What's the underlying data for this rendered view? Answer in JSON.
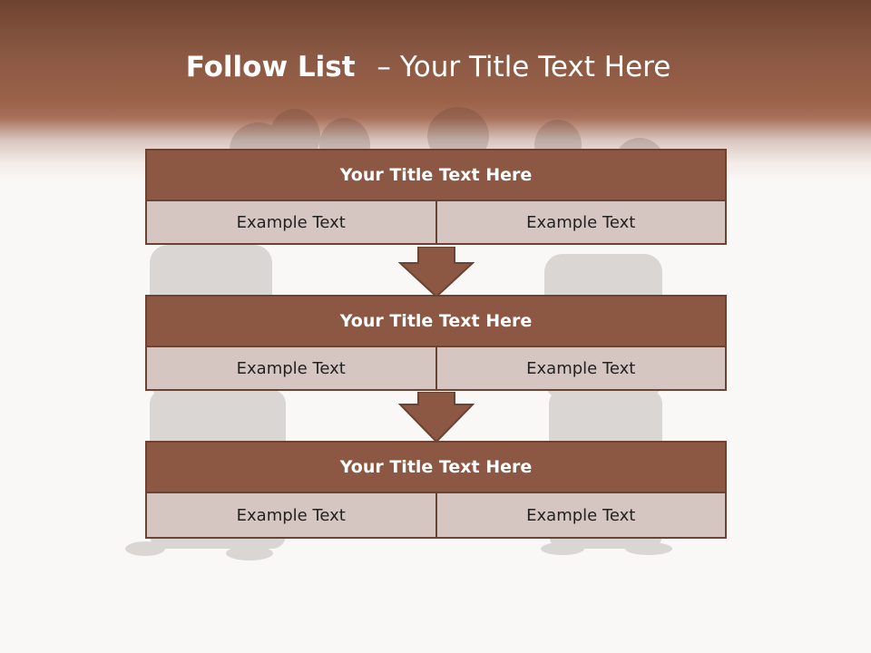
{
  "slide": {
    "title_bold": "Follow List",
    "title_dash": "–",
    "title_rest": "Your Title Text Here"
  },
  "steps": [
    {
      "title": "Your Title Text Here",
      "left": "Example Text",
      "right": "Example Text"
    },
    {
      "title": "Your Title Text Here",
      "left": "Example Text",
      "right": "Example Text"
    },
    {
      "title": "Your Title Text Here",
      "left": "Example Text",
      "right": "Example Text"
    }
  ],
  "colors": {
    "header_brown": "#8a5843",
    "box_title_fill": "#8c5843",
    "box_border": "#6b4332",
    "cell_fill": "#d6c6c2",
    "arrow_fill": "#8c5843"
  }
}
